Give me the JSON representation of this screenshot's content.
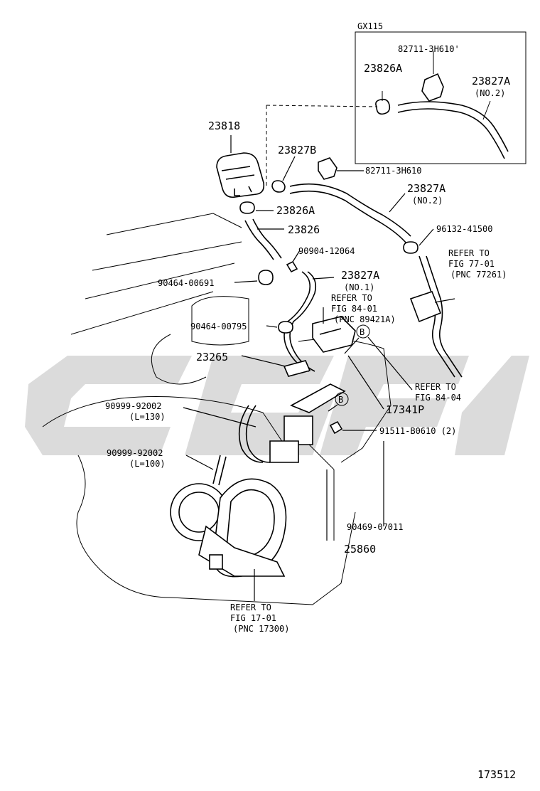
{
  "inset": {
    "title": "GX115"
  },
  "labels": {
    "p82711_top": "82711-3H610'",
    "p23826A_top": "23826A",
    "p23827A_top": "23827A",
    "p23827A_top_sub": "(NO.2)",
    "p23818": "23818",
    "p23827B": "23827B",
    "p82711": "82711-3H610",
    "p23827A_no2": "23827A",
    "p23827A_no2_sub": "(NO.2)",
    "p23826A": "23826A",
    "p23826": "23826",
    "p96132": "96132-41500",
    "p90904": "90904-12064",
    "p90464_00691": "90464-00691",
    "p23827A_no1": "23827A",
    "p23827A_no1_sub": "(NO.1)",
    "p90464_00795": "90464-00795",
    "p23265": "23265",
    "p17341P": "17341P",
    "p91511": "91511-B0610 (2)",
    "p90999_a": "90999-92002",
    "p90999_a_sub": "(L=130)",
    "p90999_b": "90999-92002",
    "p90999_b_sub": "(L=100)",
    "p90469": "90469-07011",
    "p25860": "25860",
    "callout_b": "B"
  },
  "refers": {
    "r77": [
      "REFER TO",
      "FIG 77-01",
      "(PNC 77261)"
    ],
    "r84_01": [
      "REFER TO",
      "FIG 84-01",
      "(PNC 89421A)"
    ],
    "r84_04": [
      "REFER TO",
      "FIG 84-04"
    ],
    "r17": [
      "REFER TO",
      "FIG 17-01",
      "(PNC 17300)"
    ]
  },
  "figure_number": "173512"
}
